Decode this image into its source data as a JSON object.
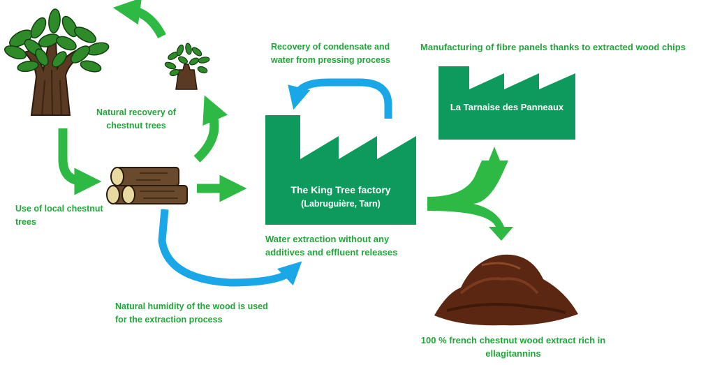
{
  "labels": {
    "recovery_trees": [
      "Natural recovery of",
      "chestnut trees"
    ],
    "local_trees": [
      "Use of local chestnut",
      "trees"
    ],
    "humidity": [
      "Natural humidity of the wood is used",
      "for the extraction process"
    ],
    "condensate": [
      "Recovery of condensate and",
      "water from pressing process"
    ],
    "water_extraction": [
      "Water extraction without any",
      "additives and effluent releases"
    ],
    "fibre_panels": "Manufacturing of fibre panels thanks to extracted wood chips",
    "extract": [
      "100 % french chestnut wood extract rich in",
      "ellagitannins"
    ]
  },
  "factory_main": {
    "name": "The King Tree factory",
    "location": "(Labruguière, Tarn)"
  },
  "factory_secondary": {
    "name": "La Tarnaise des Panneaux"
  },
  "colors": {
    "text_green": "#22a63a",
    "arrow_green": "#2eb844",
    "arrow_blue": "#1aa7e8",
    "factory_green": "#0d9a5c",
    "trunk_brown": "#5a3a22",
    "leaf_green": "#2f8a2a",
    "log_brown": "#6a4a2c",
    "log_end": "#e8d9a0",
    "powder_brown": "#5b2612"
  },
  "icons": [
    "large-tree-icon",
    "sapling-icon",
    "logs-icon",
    "factory-icon",
    "extract-powder-icon"
  ]
}
